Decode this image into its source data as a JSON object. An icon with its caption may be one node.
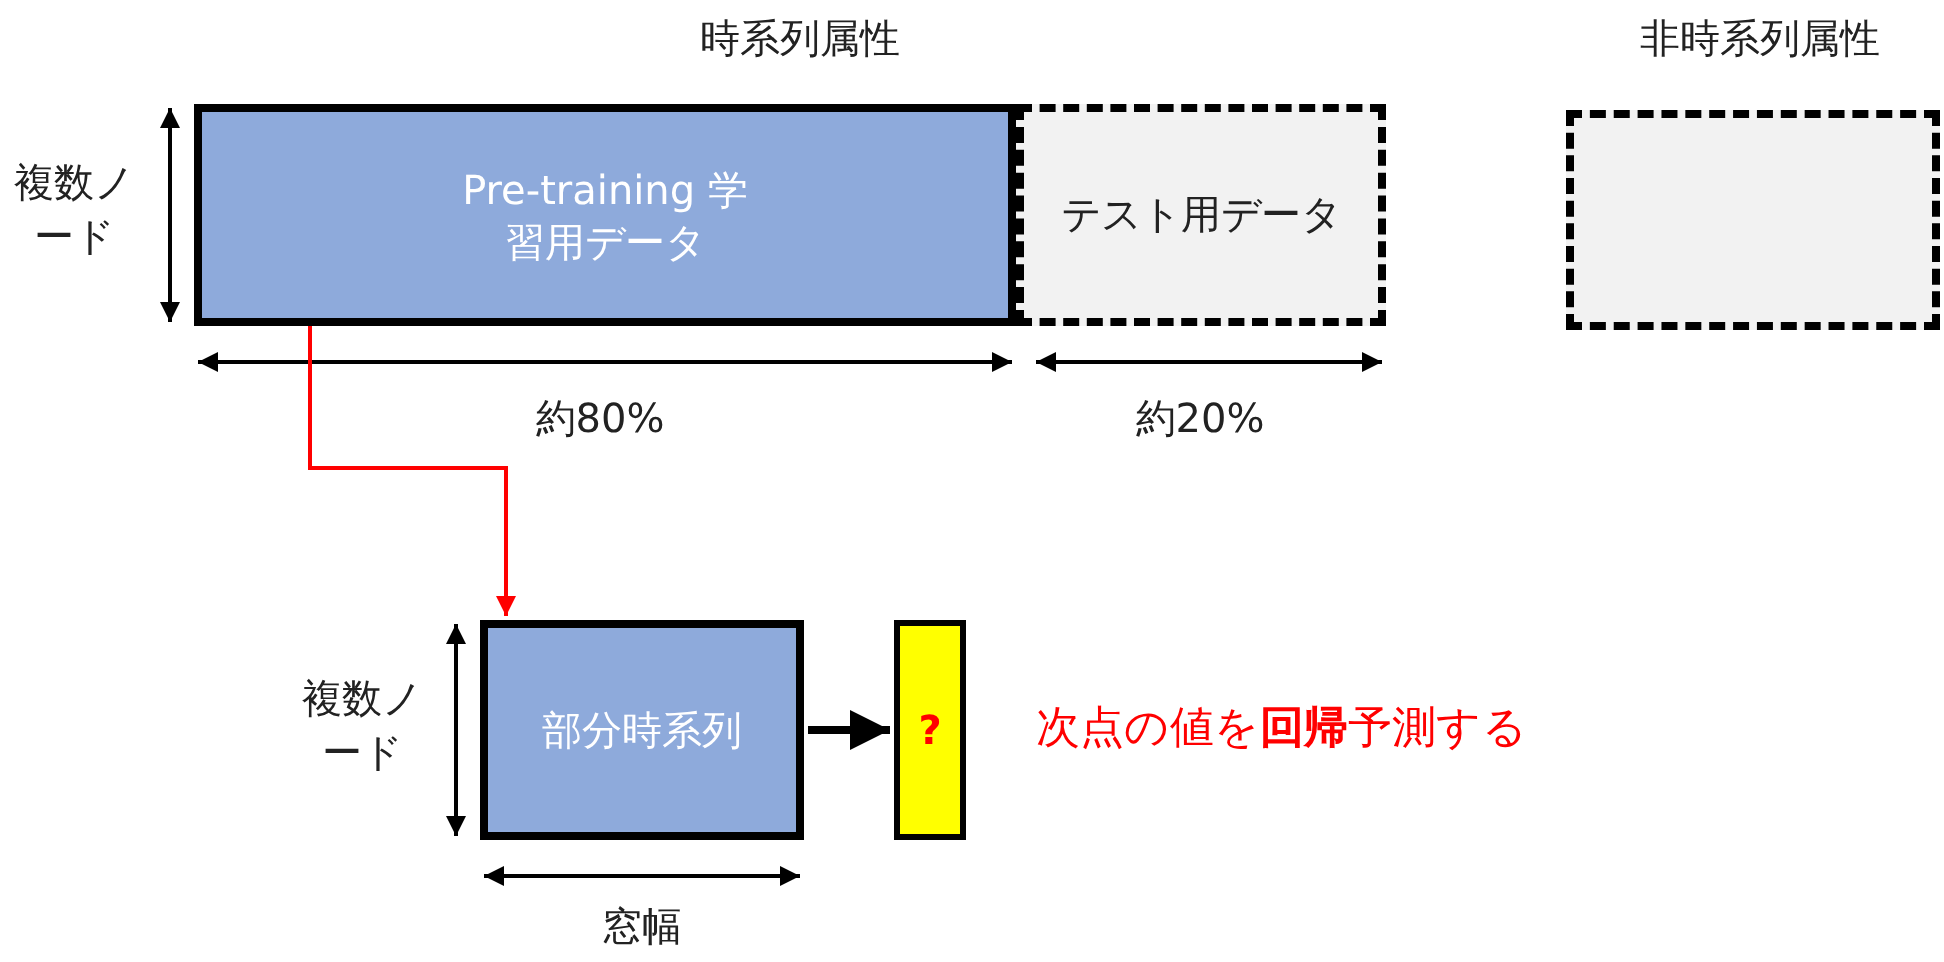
{
  "diagram": {
    "nodes": [
      {
        "text": [
          "Pre-training 学習用データ"
        ]
      },
      {
        "text": [
          "テスト用データ"
        ]
      },
      {
        "text": [],
        "shape": "box"
      },
      {
        "text": [
          "部分時系列"
        ]
      },
      {
        "text": [
          "?"
        ]
      }
    ],
    "edges": [
      {
        "from": 0,
        "to": 3,
        "arrow": "to",
        "color": "#ff0000"
      },
      {
        "from": 3,
        "to": 4,
        "arrow": "to",
        "style": "thick",
        "color": "#000000"
      }
    ],
    "labels": [
      "時系列属性",
      "非時系列属性",
      "複数ノード",
      "約80%",
      "約20%",
      "複数ノード",
      "窓幅",
      "次点の値を**回帰**予測する"
    ]
  }
}
